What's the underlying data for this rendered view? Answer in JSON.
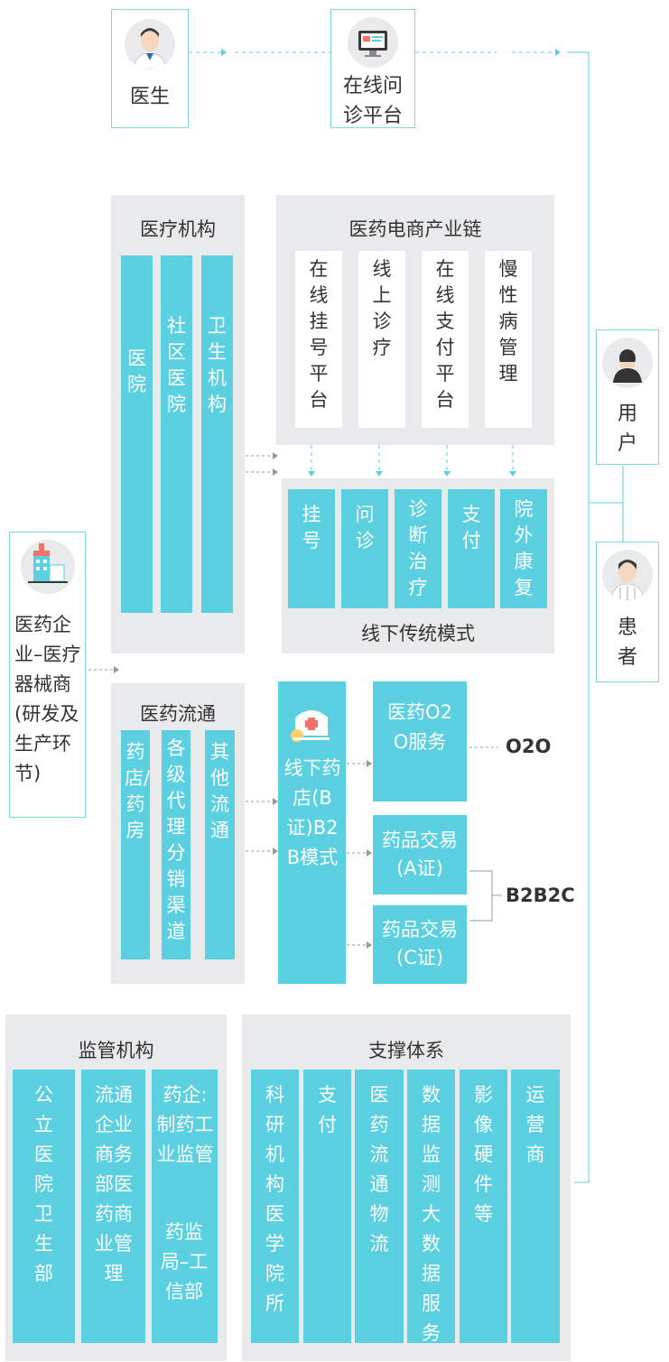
{
  "top": {
    "doctor": "医生",
    "online_platform": "在线问诊平台"
  },
  "users": {
    "user": "用户",
    "patient": "患者"
  },
  "medical_institution": {
    "title": "医疗机构",
    "items": [
      "医院",
      "社区医院",
      "卫生机构"
    ]
  },
  "ecommerce_chain": {
    "title": "医药电商产业链",
    "items": [
      "在线挂号平台",
      "线上诊疗",
      "在线支付平台",
      "慢性病管理"
    ]
  },
  "offline_traditional": {
    "title": "线下传统模式",
    "items": [
      "挂号",
      "问诊",
      "诊断治疗",
      "支付",
      "院外康复"
    ]
  },
  "pharma_company": {
    "label": "医药企业–医疗器械商(研发及生产环节)"
  },
  "pharma_distribution": {
    "title": "医药流通",
    "items": [
      "药店/药房",
      "各级代理分销渠道",
      "其他流通"
    ]
  },
  "offline_pharmacy": {
    "label": "线下药店(B证)B2B模式"
  },
  "o2o_service": {
    "label": "医药O2O服务"
  },
  "drug_trade_a": {
    "label": "药品交易(A证)"
  },
  "drug_trade_c": {
    "label": "药品交易(C证)"
  },
  "external_labels": {
    "o2o": "O2O",
    "b2b2c": "B2B2C"
  },
  "regulator": {
    "title": "监管机构",
    "col1": "公立医院卫生部",
    "col2": "流通企业商务部医药商业管理",
    "col3_a": "药企:制药工业监管",
    "col3_b": "药监局–工信部"
  },
  "support": {
    "title": "支撑体系",
    "items": [
      "科研机构医学院所",
      "支付",
      "医药流通物流",
      "数据监测大数据服务",
      "影像硬件等",
      "运营商"
    ]
  },
  "colors": {
    "accent": "#5bd0e1",
    "panel": "#e9eaeb",
    "border": "#7fd7e4",
    "text": "#333333"
  }
}
